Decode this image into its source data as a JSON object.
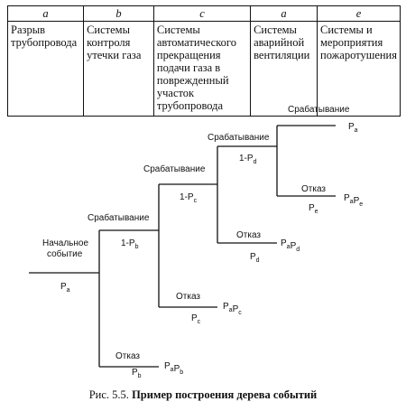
{
  "table": {
    "headers": [
      "a",
      "b",
      "c",
      "a",
      "e"
    ],
    "cells": [
      "Разрыв трубопровода",
      "Системы контроля утечки газа",
      "Системы автоматического прекращения подачи газа в поврежденный участок трубопровода",
      "Системы аварийной вентиляции",
      "Системы и мероприятия пожаротушения"
    ]
  },
  "tree": {
    "start_label_1": "Начальное",
    "start_label_2": "событие",
    "start_prob": "Pa",
    "b_success_label": "Срабатывание",
    "b_success_prob": "1-Pb",
    "b_fail_label": "Отказ",
    "b_fail_prob": "Pb",
    "b_fail_outcome": "PaPb",
    "c_success_label": "Срабатывание",
    "c_success_prob": "1-Pc",
    "c_fail_label": "Отказ",
    "c_fail_prob": "Pc",
    "c_fail_outcome": "PaPc",
    "d_success_label": "Срабатывание",
    "d_success_prob": "1-Pd",
    "d_fail_label": "Отказ",
    "d_fail_prob": "Pd",
    "d_fail_outcome": "PaPd",
    "e_success_label": "Срабатывание",
    "e_success_outcome": "Pa",
    "e_fail_label": "Отказ",
    "e_fail_prob": "Pe",
    "e_fail_outcome": "PaPe"
  },
  "caption": {
    "prefix": "Рис. 5.5.",
    "title": "Пример построения дерева событий"
  }
}
